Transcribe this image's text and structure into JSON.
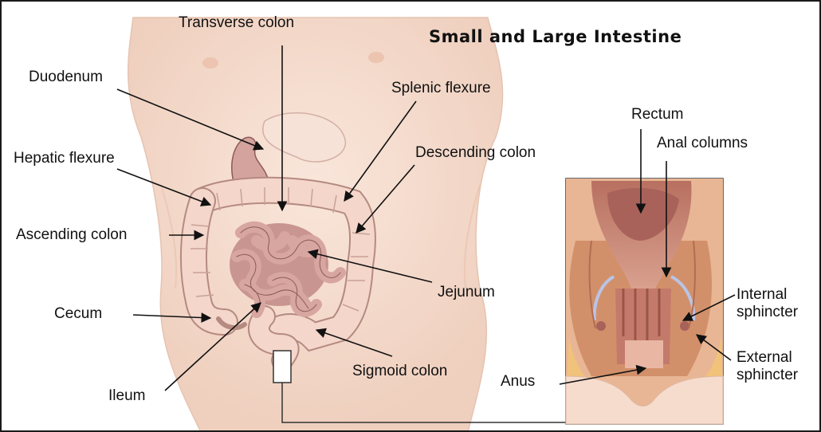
{
  "title": "Small and Large Intestine",
  "labels": {
    "transverse_colon": "Transverse colon",
    "duodenum": "Duodenum",
    "splenic_flexure": "Splenic flexure",
    "hepatic_flexure": "Hepatic flexure",
    "descending_colon": "Descending colon",
    "ascending_colon": "Ascending colon",
    "jejunum": "Jejunum",
    "cecum": "Cecum",
    "ileum": "Ileum",
    "sigmoid_colon": "Sigmoid colon",
    "rectum": "Rectum",
    "anal_columns": "Anal columns",
    "internal_sphincter": "Internal\nsphincter",
    "external_sphincter": "External\nsphincter",
    "anus": "Anus"
  },
  "colors": {
    "skin": "#f6dccd",
    "skin_shadow": "#ecc4b0",
    "colon": "#f4d6cb",
    "colon_edge": "#b58a80",
    "small_intestine": "#d8a6a0",
    "small_intestine_edge": "#8c5a58",
    "rectum_wall": "#c98c78",
    "rectum_inner": "#a8625a",
    "muscle": "#d2906a",
    "fat": "#f1c27a"
  }
}
